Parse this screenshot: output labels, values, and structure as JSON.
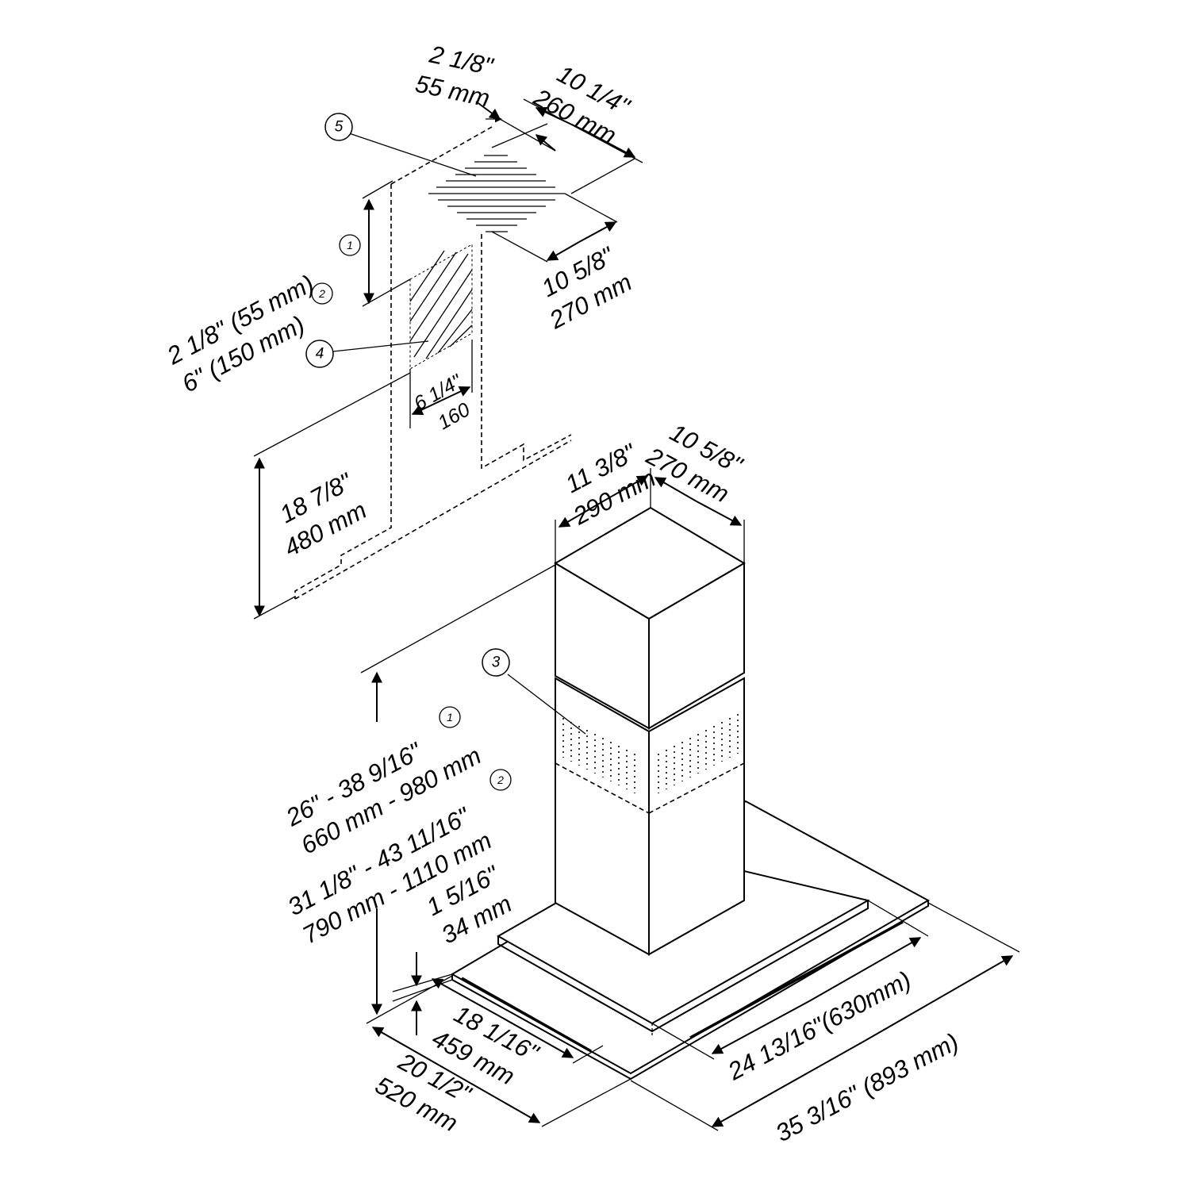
{
  "callouts": {
    "c1": "1",
    "c2": "2",
    "c3": "3",
    "c4": "4",
    "c5": "5"
  },
  "dimensions": {
    "vent_offset": {
      "imperial": "2 1/8\"",
      "metric": "55 mm"
    },
    "vent_depth": {
      "imperial": "10 1/4\"",
      "metric": "260 mm"
    },
    "vent_width": {
      "imperial": "10 5/8\"",
      "metric": "270 mm"
    },
    "ceiling_gap": {
      "line1": "2 1/8\" (55 mm)",
      "line2": "6\" (150 mm)"
    },
    "outlet_width": {
      "imperial": "6 1/4\"",
      "metric": "160"
    },
    "bracket_height": {
      "imperial": "18 7/8\"",
      "metric": "480 mm"
    },
    "chimney_depth": {
      "imperial": "11 3/8\"",
      "metric": "290 mm"
    },
    "chimney_width": {
      "imperial": "10 5/8\"",
      "metric": "270 mm"
    },
    "chimney_height_1": {
      "imperial": "26\" - 38 9/16\"",
      "metric": "660 mm - 980 mm"
    },
    "chimney_height_2": {
      "imperial": "31 1/8\" - 43 11/16\"",
      "metric": "790 mm - 1110 mm"
    },
    "canopy_height": {
      "imperial": "1 5/16\"",
      "metric": "34 mm"
    },
    "canopy_inner_depth": {
      "imperial": "18 1/16\"",
      "metric": "459 mm"
    },
    "canopy_depth": {
      "imperial": "20 1/2\"",
      "metric": "520 mm"
    },
    "canopy_inner_width": {
      "text": "24 13/16\"(630mm)"
    },
    "canopy_width": {
      "text": "35 3/16\" (893 mm)"
    }
  }
}
